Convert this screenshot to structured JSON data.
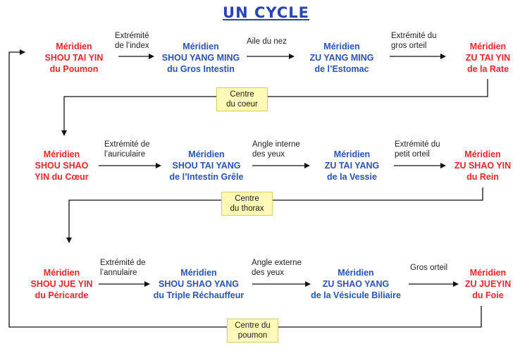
{
  "title": "UN CYCLE",
  "colors": {
    "yin": "#e8262d",
    "yang": "#2b53b0",
    "center_fill": "#fff9b8",
    "title": "#2a45b8"
  },
  "rows": [
    {
      "meridians": [
        {
          "lines": [
            "Méridien",
            "SHOU TAI YIN",
            "du Poumon"
          ],
          "type": "yin"
        },
        {
          "lines": [
            "Méridien",
            "SHOU YANG MING",
            "du Gros Intestin"
          ],
          "type": "yang"
        },
        {
          "lines": [
            "Méridien",
            "ZU YANG MING",
            "de l’Estomac"
          ],
          "type": "yang"
        },
        {
          "lines": [
            "Méridien",
            "ZU TAI YIN",
            "de la Rate"
          ],
          "type": "yin"
        }
      ],
      "connectors": [
        [
          "Extrémité",
          "de l’index"
        ],
        [
          "Aile du nez"
        ],
        [
          "Extrémité du",
          "gros orteil"
        ]
      ],
      "center": [
        "Centre",
        "du coeur"
      ]
    },
    {
      "meridians": [
        {
          "lines": [
            "Méridien",
            "SHOU SHAO",
            "YIN du Cœur"
          ],
          "type": "yin"
        },
        {
          "lines": [
            "Méridien",
            "SHOU TAI YANG",
            "de l’Intestin Grêle"
          ],
          "type": "yang"
        },
        {
          "lines": [
            "Méridien",
            "ZU TAI YANG",
            "de la Vessie"
          ],
          "type": "yang"
        },
        {
          "lines": [
            "Méridien",
            "ZU SHAO YIN",
            "du Rein"
          ],
          "type": "yin"
        }
      ],
      "connectors": [
        [
          "Extrémité de",
          "l’auriculaire"
        ],
        [
          "Angle interne",
          "des yeux"
        ],
        [
          "Extrémité du",
          "petit orteil"
        ]
      ],
      "center": [
        "Centre",
        "du thorax"
      ]
    },
    {
      "meridians": [
        {
          "lines": [
            "Méridien",
            "SHOU JUE YIN",
            "du Péricarde"
          ],
          "type": "yin"
        },
        {
          "lines": [
            "Méridien",
            "SHOU SHAO YANG",
            "du Triple Réchauffeur"
          ],
          "type": "yang"
        },
        {
          "lines": [
            "Méridien",
            "ZU SHAO YANG",
            "de la Vésicule Biliaire"
          ],
          "type": "yang"
        },
        {
          "lines": [
            "Méridien",
            "ZU JUEYIN",
            "du Foie"
          ],
          "type": "yin"
        }
      ],
      "connectors": [
        [
          "Extrémité de",
          "l’annulaire"
        ],
        [
          "Angle externe",
          "des yeux"
        ],
        [
          "Gros orteil"
        ]
      ],
      "center": [
        "Centre du",
        "poumon"
      ]
    }
  ]
}
